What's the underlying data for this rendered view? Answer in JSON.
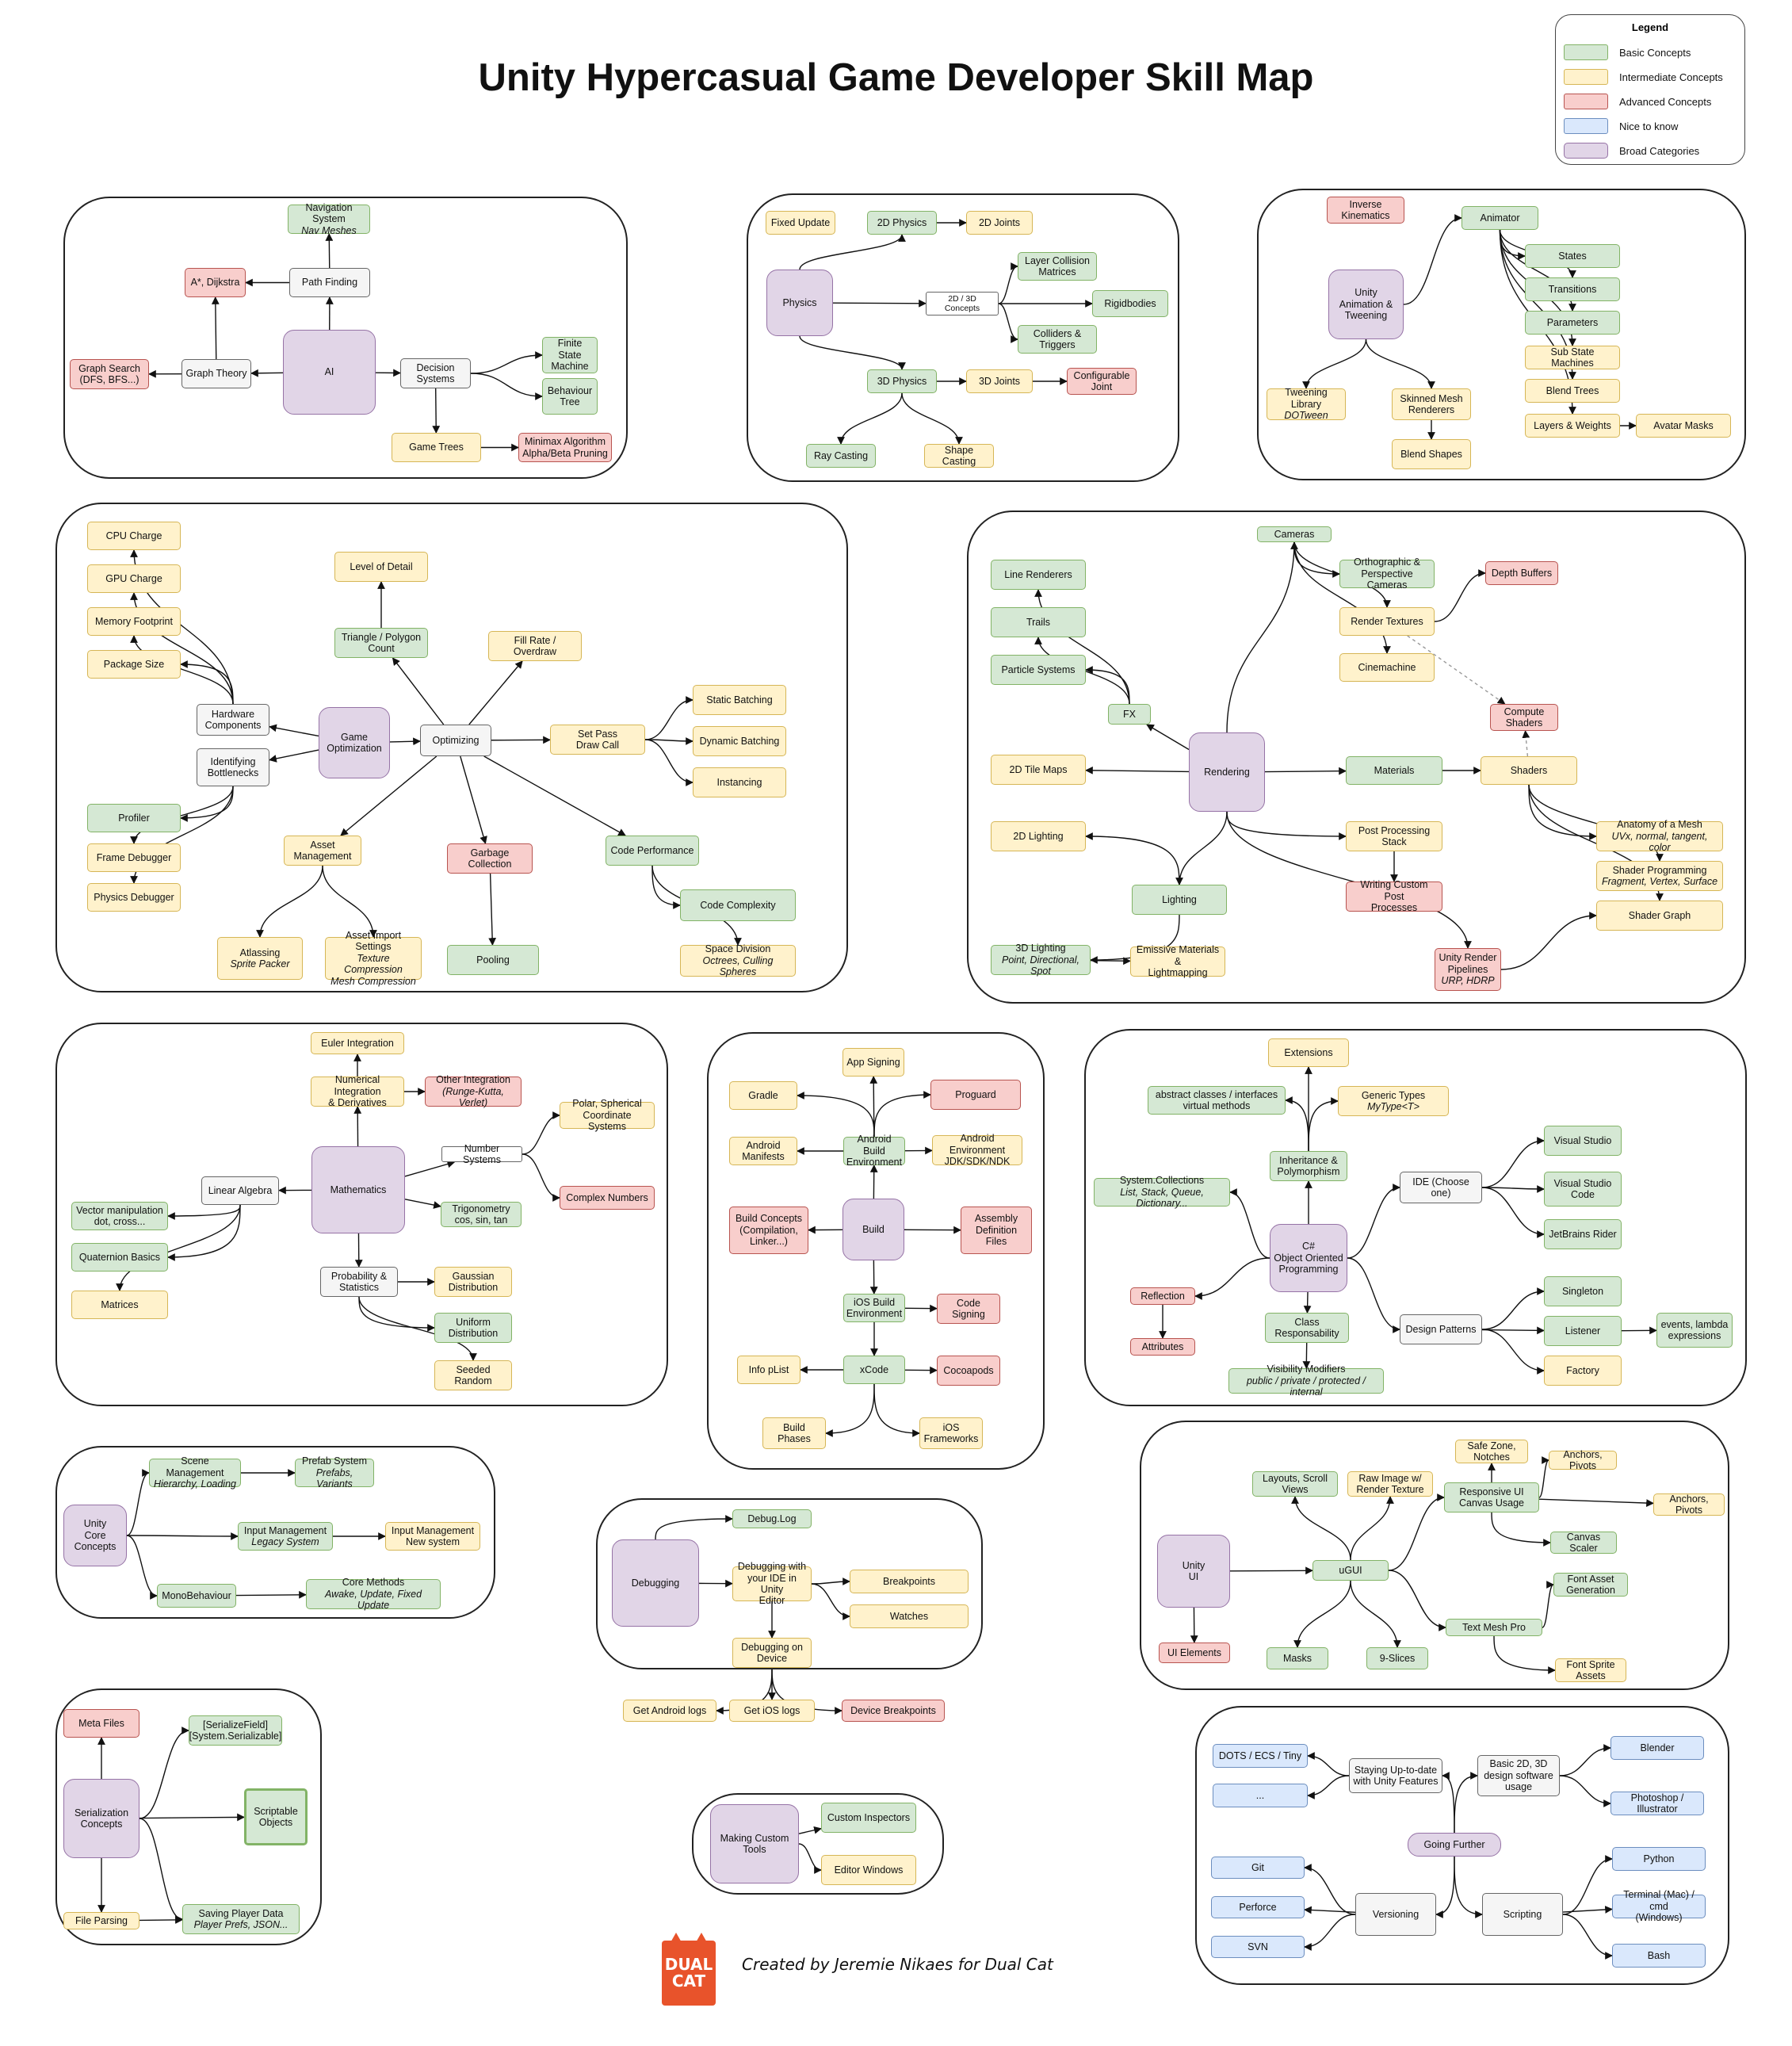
{
  "title": "Unity Hypercasual Game Developer Skill Map",
  "credit": "Created by Jeremie Nikaes for Dual Cat",
  "logo_text": [
    "DUAL",
    "CAT"
  ],
  "legend": {
    "title": "Legend",
    "items": [
      {
        "label": "Basic Concepts",
        "color": "#d5e8d4"
      },
      {
        "label": "Intermediate Concepts",
        "color": "#fff2cc"
      },
      {
        "label": "Advanced Concepts",
        "color": "#f8cecc"
      },
      {
        "label": "Nice to know",
        "color": "#dae8fc"
      },
      {
        "label": "Broad Categories",
        "color": "#e1d5e7"
      }
    ]
  },
  "sections": {
    "ai": {
      "ai": [
        "AI"
      ],
      "path": [
        "Path Finding"
      ],
      "nav": [
        "Navigation System",
        "Nav Meshes"
      ],
      "astar": [
        "A*, Dijkstra"
      ],
      "graph": [
        "Graph Theory"
      ],
      "gsearch": [
        "Graph Search",
        "(DFS, BFS...)"
      ],
      "dec": [
        "Decision",
        "Systems"
      ],
      "fsm": [
        "Finite State",
        "Machine"
      ],
      "bt": [
        "Behaviour",
        "Tree"
      ],
      "gt": [
        "Game Trees"
      ],
      "minimax": [
        "Minimax Algorithm",
        "Alpha/Beta Pruning"
      ]
    },
    "physics": {
      "phys": [
        "Physics"
      ],
      "fixed": [
        "Fixed Update"
      ],
      "p2d": [
        "2D Physics"
      ],
      "j2d": [
        "2D Joints"
      ],
      "c23": [
        "2D / 3D Concepts"
      ],
      "lcm": [
        "Layer Collision",
        "Matrices"
      ],
      "rb": [
        "Rigidbodies"
      ],
      "col": [
        "Colliders &",
        "Triggers"
      ],
      "p3d": [
        "3D Physics"
      ],
      "j3d": [
        "3D Joints"
      ],
      "cj": [
        "Configurable",
        "Joint"
      ],
      "ray": [
        "Ray Casting"
      ],
      "shape": [
        "Shape Casting"
      ]
    },
    "animation": {
      "anim": [
        "Unity",
        "Animation &",
        "Tweening"
      ],
      "ik": [
        "Inverse",
        "Kinematics"
      ],
      "animator": [
        "Animator"
      ],
      "states": [
        "States"
      ],
      "trans": [
        "Transitions"
      ],
      "params": [
        "Parameters"
      ],
      "ssm": [
        "Sub State Machines"
      ],
      "blend": [
        "Blend Trees"
      ],
      "layers": [
        "Layers & Weights"
      ],
      "avatar": [
        "Avatar Masks"
      ],
      "tween": [
        "Tweening Library",
        "DOTween"
      ],
      "skin": [
        "Skinned Mesh",
        "Renderers"
      ],
      "bshape": [
        "Blend Shapes"
      ]
    },
    "optimization": {
      "gopt": [
        "Game",
        "Optimization"
      ],
      "opt": [
        "Optimizing"
      ],
      "hw": [
        "Hardware",
        "Components"
      ],
      "idb": [
        "Identifying",
        "Bottlenecks"
      ],
      "cpu": [
        "CPU Charge"
      ],
      "gpu": [
        "GPU Charge"
      ],
      "mem": [
        "Memory Footprint"
      ],
      "pkg": [
        "Package Size"
      ],
      "prof": [
        "Profiler"
      ],
      "fdbg": [
        "Frame Debugger"
      ],
      "pdbg": [
        "Physics Debugger"
      ],
      "lod": [
        "Level of Detail"
      ],
      "tri": [
        "Triangle / Polygon",
        "Count"
      ],
      "fill": [
        "Fill Rate / Overdraw"
      ],
      "setpass": [
        "Set Pass",
        "Draw Call"
      ],
      "sb": [
        "Static Batching"
      ],
      "db": [
        "Dynamic Batching"
      ],
      "inst": [
        "Instancing"
      ],
      "am": [
        "Asset",
        "Management"
      ],
      "atlas": [
        "Atlassing",
        "Sprite Packer"
      ],
      "ais": [
        "Asset Import Settings",
        "Texture Compression",
        "Mesh Compression"
      ],
      "gc": [
        "Garbage Collection"
      ],
      "pool": [
        "Pooling"
      ],
      "cp": [
        "Code Performance"
      ],
      "cc": [
        "Code Complexity"
      ],
      "sd": [
        "Space Division",
        "Octrees, Culling Spheres"
      ]
    },
    "rendering": {
      "rend": [
        "Rendering"
      ],
      "cams": [
        "Cameras"
      ],
      "ortho": [
        "Orthographic &",
        "Perspective Cameras"
      ],
      "rt": [
        "Render Textures"
      ],
      "depth": [
        "Depth Buffers"
      ],
      "cine": [
        "Cinemachine"
      ],
      "cs": [
        "Compute",
        "Shaders"
      ],
      "lr": [
        "Line Renderers"
      ],
      "trails": [
        "Trails"
      ],
      "ps": [
        "Particle Systems"
      ],
      "fx": [
        "FX"
      ],
      "tile": [
        "2D Tile Maps"
      ],
      "mats": [
        "Materials"
      ],
      "shaders": [
        "Shaders"
      ],
      "pps": [
        "Post Processing",
        "Stack"
      ],
      "wcpp": [
        "Writing Custom Post",
        "Processes"
      ],
      "l2d": [
        "2D Lighting"
      ],
      "light": [
        "Lighting"
      ],
      "l3d": [
        "3D Lighting",
        "Point, Directional, Spot"
      ],
      "emis": [
        "Emissive Materials &",
        "Lightmapping"
      ],
      "urp": [
        "Unity Render",
        "Pipelines",
        "URP, HDRP"
      ],
      "mesh": [
        "Anatomy of a Mesh",
        "UVx, normal, tangent, color"
      ],
      "sprog": [
        "Shader Programming",
        "Fragment, Vertex, Surface"
      ],
      "sg": [
        "Shader Graph"
      ]
    },
    "mathematics": {
      "math": [
        "Mathematics"
      ],
      "euler": [
        "Euler Integration"
      ],
      "numint": [
        "Numerical Integration",
        "& Derivatives"
      ],
      "oint": [
        "Other Integration",
        "(Runge-Kutta, Verlet)"
      ],
      "numsys": [
        "Number Systems"
      ],
      "polar": [
        "Polar, Spherical",
        "Coordinate Systems"
      ],
      "complex": [
        "Complex Numbers"
      ],
      "linalg": [
        "Linear Algebra"
      ],
      "vec": [
        "Vector manipulation",
        "dot, cross..."
      ],
      "quat": [
        "Quaternion Basics"
      ],
      "matr": [
        "Matrices"
      ],
      "trig": [
        "Trigonometry",
        "cos, sin, tan"
      ],
      "prob": [
        "Probability &",
        "Statistics"
      ],
      "gauss": [
        "Gaussian",
        "Distribution"
      ],
      "unif": [
        "Uniform",
        "Distribution"
      ],
      "seed": [
        "Seeded Random"
      ]
    },
    "build": {
      "build": [
        "Build"
      ],
      "appsign": [
        "App Signing"
      ],
      "gradle": [
        "Gradle"
      ],
      "abe": [
        "Android Build",
        "Environment"
      ],
      "proguard": [
        "Proguard"
      ],
      "amani": [
        "Android",
        "Manifests"
      ],
      "aenv": [
        "Android Environment",
        "JDK/SDK/NDK"
      ],
      "bconc": [
        "Build Concepts",
        "(Compilation,",
        "Linker...)"
      ],
      "asmdef": [
        "Assembly",
        "Definition Files"
      ],
      "ios": [
        "iOS Build",
        "Environment"
      ],
      "codesign": [
        "Code Signing"
      ],
      "xcode": [
        "xCode"
      ],
      "plist": [
        "Info pList"
      ],
      "cocoa": [
        "Cocoapods"
      ],
      "phases": [
        "Build Phases"
      ],
      "iosfw": [
        "iOS",
        "Frameworks"
      ]
    },
    "csharp": {
      "cs": [
        "C#",
        "Object Oriented",
        "Programming"
      ],
      "ext": [
        "Extensions"
      ],
      "abs": [
        "abstract classes / interfaces",
        "virtual methods"
      ],
      "gen": [
        "Generic Types",
        "MyType<T>"
      ],
      "inh": [
        "Inheritance &",
        "Polymorphism"
      ],
      "ide": [
        "IDE (Choose one)"
      ],
      "vs": [
        "Visual Studio"
      ],
      "vsc": [
        "Visual Studio",
        "Code"
      ],
      "rider": [
        "JetBrains Rider"
      ],
      "sysc": [
        "System.Collections",
        "List, Stack, Queue, Dictionary..."
      ],
      "refl": [
        "Reflection"
      ],
      "attr": [
        "Attributes"
      ],
      "cres": [
        "Class",
        "Responsability"
      ],
      "vis": [
        "Visibility Modifiers",
        "public / private / protected / internal"
      ],
      "dp": [
        "Design Patterns"
      ],
      "single": [
        "Singleton"
      ],
      "listen": [
        "Listener"
      ],
      "factory": [
        "Factory"
      ],
      "events": [
        "events, lambda",
        "expressions"
      ]
    },
    "core": {
      "core": [
        "Unity",
        "Core",
        "Concepts"
      ],
      "scene": [
        "Scene Management",
        "Hierarchy, Loading"
      ],
      "prefab": [
        "Prefab System",
        "Prefabs, Variants"
      ],
      "input": [
        "Input Management",
        "Legacy System"
      ],
      "inputnew": [
        "Input Management",
        "New system"
      ],
      "mono": [
        "MonoBehaviour"
      ],
      "coremeth": [
        "Core Methods",
        "Awake, Update, Fixed Update"
      ]
    },
    "debugging": {
      "debug": [
        "Debugging"
      ],
      "dlog": [
        "Debug.Log"
      ],
      "dide": [
        "Debugging with",
        "your IDE in Unity",
        "Editor"
      ],
      "bp": [
        "Breakpoints"
      ],
      "watch": [
        "Watches"
      ],
      "ddev": [
        "Debugging on",
        "Device"
      ],
      "alog": [
        "Get Android logs"
      ],
      "ilog": [
        "Get iOS logs"
      ],
      "dbp": [
        "Device Breakpoints"
      ]
    },
    "ui": {
      "ui": [
        "Unity",
        "UI"
      ],
      "ugui": [
        "uGUI"
      ],
      "uie": [
        "UI Elements"
      ],
      "layouts": [
        "Layouts, Scroll",
        "Views"
      ],
      "raw": [
        "Raw Image w/",
        "Render Texture"
      ],
      "safe": [
        "Safe Zone,",
        "Notches"
      ],
      "resp": [
        "Responsive UI",
        "Canvas Usage"
      ],
      "anch1": [
        "Anchors, Pivots"
      ],
      "anch2": [
        "Anchors, Pivots"
      ],
      "scaler": [
        "Canvas Scaler"
      ],
      "masks": [
        "Masks"
      ],
      "slices": [
        "9-Slices"
      ],
      "tmp": [
        "Text Mesh Pro"
      ],
      "fasset": [
        "Font Asset",
        "Generation"
      ],
      "fsprite": [
        "Font Sprite",
        "Assets"
      ]
    },
    "serialization": {
      "ser": [
        "Serialization",
        "Concepts"
      ],
      "meta": [
        "Meta Files"
      ],
      "sf": [
        "[SerializeField]",
        "[System.Serializable]"
      ],
      "so": [
        "Scriptable",
        "Objects"
      ],
      "fp": [
        "File Parsing"
      ],
      "spd": [
        "Saving Player Data",
        "Player Prefs, JSON..."
      ]
    },
    "tools": {
      "tools": [
        "Making Custom",
        "Tools"
      ],
      "ci": [
        "Custom Inspectors"
      ],
      "ew": [
        "Editor Windows"
      ]
    },
    "further": {
      "gf": [
        "Going Further"
      ],
      "stay": [
        "Staying Up-to-date",
        "with Unity Features"
      ],
      "dots": [
        "DOTS / ECS / Tiny"
      ],
      "dots2": [
        "..."
      ],
      "b2d": [
        "Basic 2D, 3D",
        "design software",
        "usage"
      ],
      "blender": [
        "Blender"
      ],
      "ps": [
        "Photoshop / Illustrator"
      ],
      "ver": [
        "Versioning"
      ],
      "git": [
        "Git"
      ],
      "perf": [
        "Perforce"
      ],
      "svn": [
        "SVN"
      ],
      "script": [
        "Scripting"
      ],
      "py": [
        "Python"
      ],
      "term": [
        "Terminal (Mac) / cmd",
        "(Windows)"
      ],
      "bash": [
        "Bash"
      ]
    }
  }
}
